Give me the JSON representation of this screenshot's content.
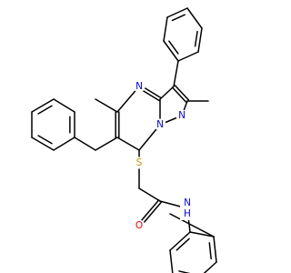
{
  "molecule": {
    "atom_labels": {
      "n4": "N",
      "n1": "N",
      "n2": "N",
      "s": "S",
      "o": "O",
      "nh": "N",
      "h": "H"
    },
    "colors": {
      "bond": "#000000",
      "nitrogen": "#0000ff",
      "sulfur": "#b8a000",
      "oxygen": "#ff0000",
      "background": "#ffffff"
    }
  }
}
